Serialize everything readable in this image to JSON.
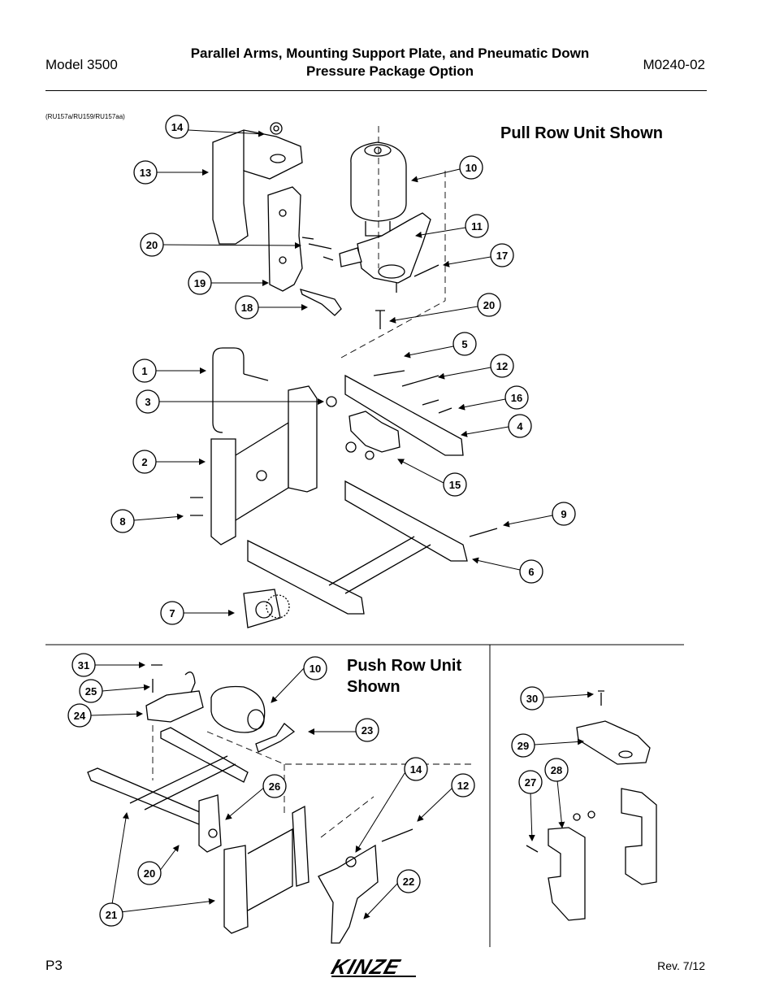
{
  "header": {
    "model": "Model 3500",
    "title_line1": "Parallel Arms, Mounting Support Plate, and Pneumatic Down",
    "title_line2": "Pressure Package Option",
    "doc_number": "M0240-02"
  },
  "figure_refs": "(RU157a/RU159/RU157aa)",
  "sections": {
    "pull_title": "Pull Row Unit Shown",
    "push_title_line1": "Push Row Unit",
    "push_title_line2": "Shown"
  },
  "callouts": {
    "pull": [
      "14",
      "13",
      "10",
      "11",
      "20",
      "17",
      "19",
      "18",
      "20",
      "5",
      "1",
      "12",
      "3",
      "16",
      "4",
      "2",
      "15",
      "9",
      "8",
      "6",
      "7"
    ],
    "push": [
      "31",
      "10",
      "25",
      "24",
      "23",
      "14",
      "26",
      "12",
      "20",
      "22",
      "21"
    ],
    "right": [
      "30",
      "29",
      "27",
      "28"
    ]
  },
  "footer": {
    "page": "P3",
    "brand": "KINZE",
    "revision": "Rev. 7/12"
  }
}
